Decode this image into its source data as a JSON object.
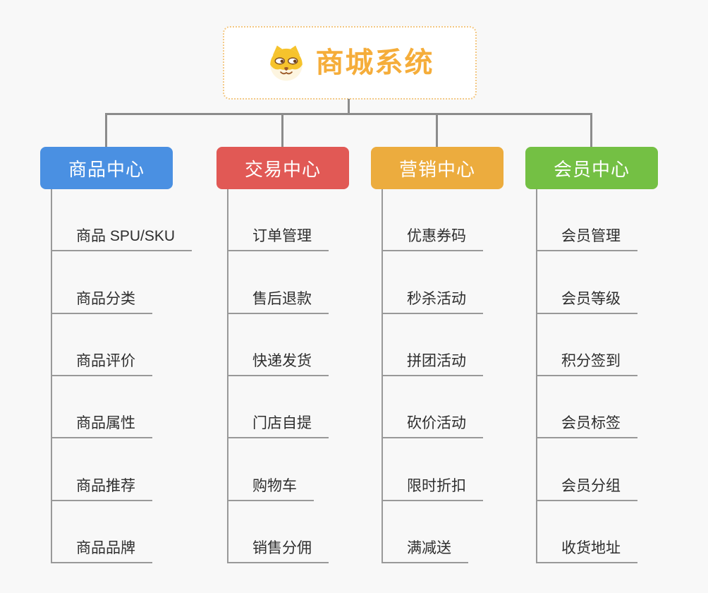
{
  "app": {
    "background_color": "#f8f8f8",
    "connector_color": "#8c8c8c",
    "underline_color": "#999999",
    "item_text_color": "#2e2e2e"
  },
  "root": {
    "title": "商城系统",
    "title_color": "#f5ad3a",
    "border_color": "#f3c884",
    "icon": "dog-face-icon"
  },
  "branches": [
    {
      "label": "商品中心",
      "color": "#4a90e2",
      "children": [
        "商品 SPU/SKU",
        "商品分类",
        "商品评价",
        "商品属性",
        "商品推荐",
        "商品品牌"
      ]
    },
    {
      "label": "交易中心",
      "color": "#e15955",
      "children": [
        "订单管理",
        "售后退款",
        "快递发货",
        "门店自提",
        "购物车",
        "销售分佣"
      ]
    },
    {
      "label": "营销中心",
      "color": "#ecac3e",
      "children": [
        "优惠券码",
        "秒杀活动",
        "拼团活动",
        "砍价活动",
        "限时折扣",
        "满减送"
      ]
    },
    {
      "label": "会员中心",
      "color": "#74c044",
      "children": [
        "会员管理",
        "会员等级",
        "积分签到",
        "会员标签",
        "会员分组",
        "收货地址"
      ]
    }
  ]
}
